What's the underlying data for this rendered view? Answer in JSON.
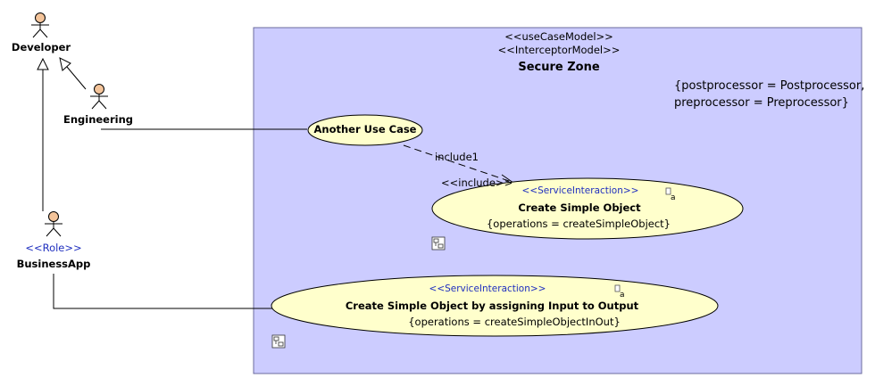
{
  "colors": {
    "zone_fill": "#ccccff",
    "zone_border": "#6b6b9e",
    "usecase_fill": "#ffffcc",
    "actor_head": "#f4c49a",
    "stereotype_text": "#1f2fbf"
  },
  "zone": {
    "stereotype1": "<<useCaseModel>>",
    "stereotype2": "<<InterceptorModel>>",
    "title": "Secure Zone",
    "tagged_line1": "{postprocessor = Postprocessor,",
    "tagged_line2": "preprocessor = Preprocessor}"
  },
  "actors": {
    "developer": {
      "name": "Developer"
    },
    "engineering": {
      "name": "Engineering"
    },
    "businessapp": {
      "stereotype": "<<Role>>",
      "name": "BusinessApp"
    }
  },
  "usecases": {
    "another": {
      "name": "Another Use Case"
    },
    "create_simple": {
      "stereotype": "<<ServiceInteraction>>",
      "name": "Create Simple Object",
      "tags": "{operations = createSimpleObject}"
    },
    "create_inout": {
      "stereotype": "<<ServiceInteraction>>",
      "name": "Create Simple Object by assigning Input to Output",
      "tags": "{operations = createSimpleObjectInOut}"
    }
  },
  "relations": {
    "include_name": "include1",
    "include_stereotype": "<<include>>"
  },
  "icons": [
    "actor-icon",
    "generalization-arrow-icon",
    "include-arrow-icon",
    "element-link-icon",
    "diagram-link-icon"
  ]
}
